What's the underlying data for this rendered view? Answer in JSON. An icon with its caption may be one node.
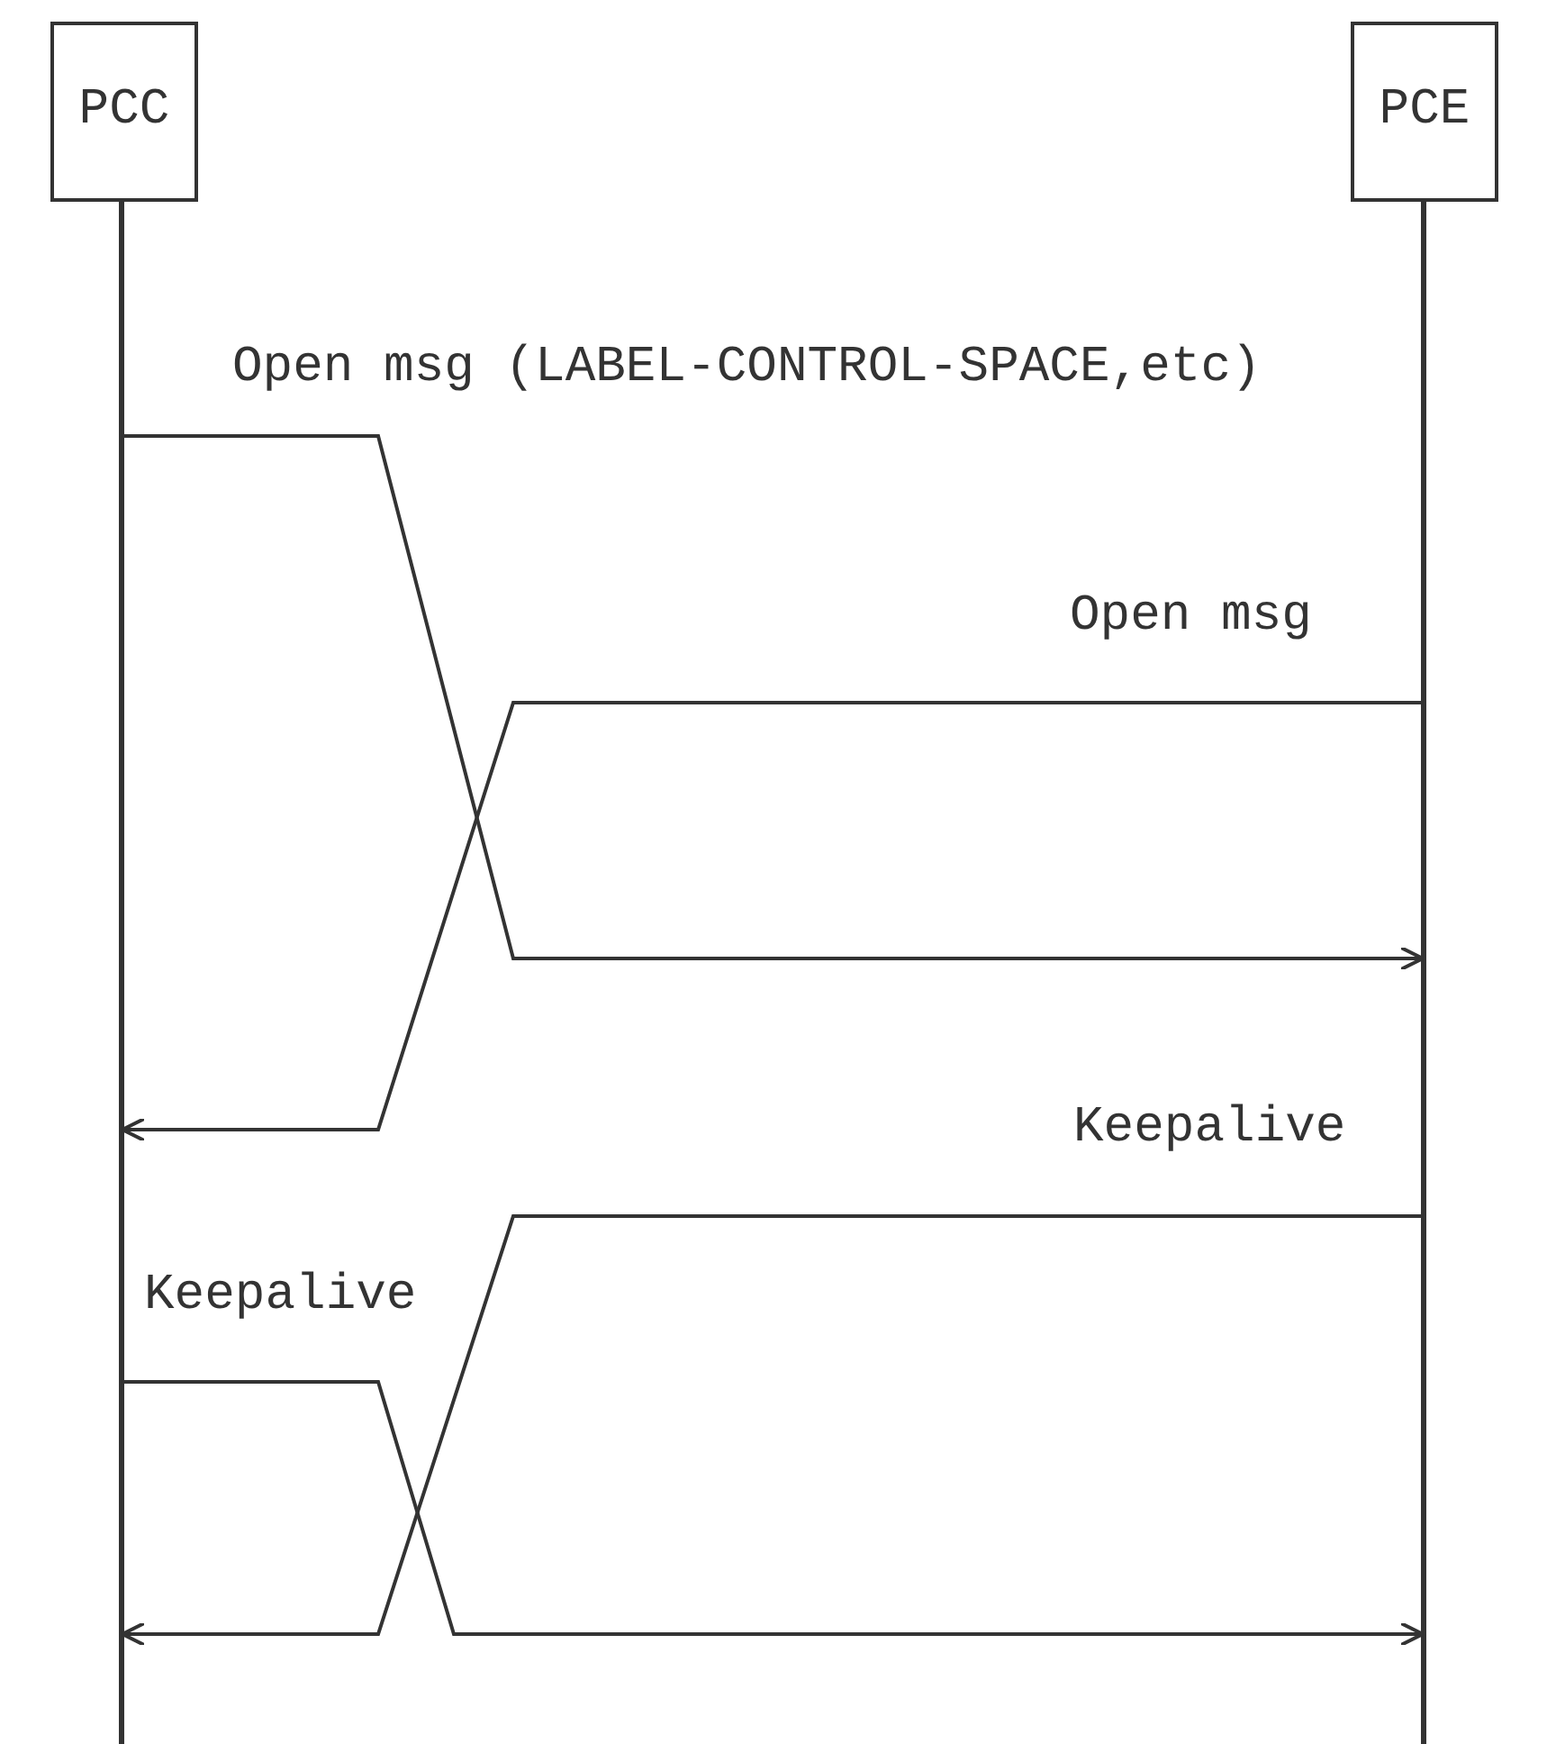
{
  "diagram": {
    "nodes": [
      {
        "text": [
          "PCC"
        ]
      },
      {
        "text": [
          "PCE"
        ]
      },
      {
        "text": [],
        "shape": "bar"
      },
      {
        "text": [],
        "shape": "bar"
      }
    ],
    "edges": [
      {
        "from": 2,
        "to": 3,
        "arrow": "to",
        "label": "Open msg (LABEL-CONTROL-SPACE,etc)"
      },
      {
        "from": 3,
        "to": 2,
        "arrow": "to",
        "label": "Open msg"
      },
      {
        "from": 3,
        "to": 2,
        "arrow": "to",
        "label": "Keepalive"
      },
      {
        "from": 2,
        "to": 3,
        "arrow": "to",
        "label": "Keepalive"
      }
    ]
  }
}
